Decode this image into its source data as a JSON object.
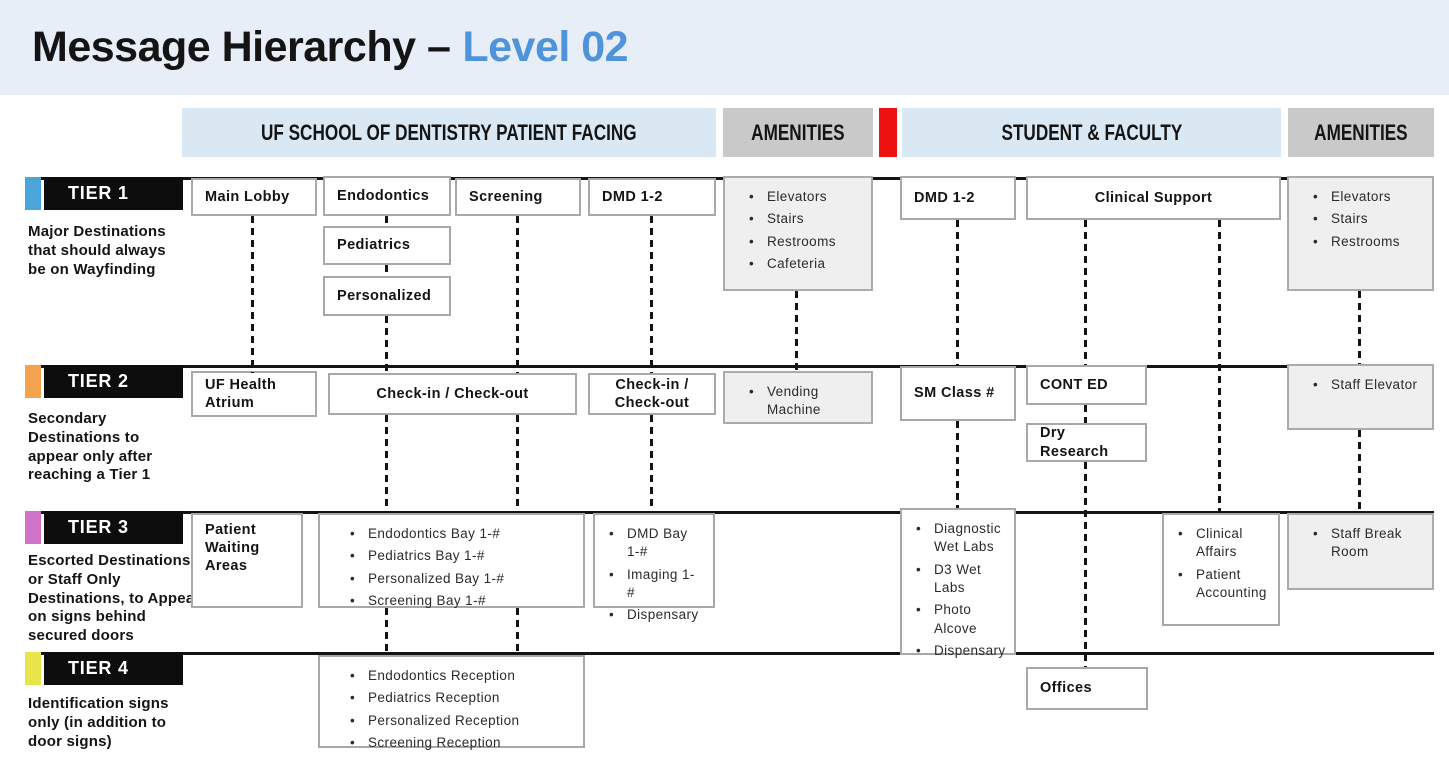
{
  "title": {
    "main": "Message Hierarchy –",
    "highlight": "Level 02"
  },
  "colors": {
    "banner_bg": "#E8EEF8",
    "title_highlight": "#4F94DA",
    "column_blue": "#DAE8F4",
    "column_gray": "#C9C9C9",
    "divider_red": "#EE1111",
    "tier1_accent": "#4BA5D9",
    "tier2_accent": "#F5A24F",
    "tier3_accent": "#D173C8",
    "tier4_accent": "#E9E44A"
  },
  "columns": [
    {
      "label": "UF SCHOOL OF DENTISTRY PATIENT FACING"
    },
    {
      "label": "AMENITIES"
    },
    {
      "label": "STUDENT & FACULTY"
    },
    {
      "label": "AMENITIES"
    }
  ],
  "tiers": [
    {
      "label": "TIER 1",
      "description": "Major Destinations that should always be on Wayfinding"
    },
    {
      "label": "TIER 2",
      "description": "Secondary Destinations to appear only after reaching a Tier 1"
    },
    {
      "label": "TIER 3",
      "description": "Escorted Destinations or Staff Only Destinations, to Appear on signs behind secured doors"
    },
    {
      "label": "TIER 4",
      "description": "Identification signs only (in addition to door signs)"
    }
  ],
  "nodes": {
    "main_lobby": "Main Lobby",
    "endodontics": "Endodontics",
    "pediatrics": "Pediatrics",
    "personalized": "Personalized",
    "screening": "Screening",
    "dmd_1_2_patient": "DMD 1-2",
    "dmd_1_2_staff": "DMD 1-2",
    "clinical_support": "Clinical Support",
    "uf_health_atrium": "UF Health Atrium",
    "check_in_out_patient": "Check-in / Check-out",
    "check_in_out_dmd": "Check-in / Check-out",
    "sm_class": "SM Class #",
    "cont_ed": "CONT ED",
    "dry_research": "Dry Research",
    "patient_waiting_areas": "Patient Waiting Areas",
    "offices": "Offices"
  },
  "lists": {
    "amenities_patient": [
      "Elevators",
      "Stairs",
      "Restrooms",
      "Cafeteria"
    ],
    "amenities_staff": [
      "Elevators",
      "Stairs",
      "Restrooms"
    ],
    "vending": [
      "Vending Machine"
    ],
    "staff_elevator": [
      "Staff Elevator"
    ],
    "treatment_bays": [
      "Endodontics Bay 1-#",
      "Pediatrics Bay 1-#",
      "Personalized Bay 1-#",
      "Screening Bay 1-#"
    ],
    "dmd_bays": [
      "DMD Bay 1-#",
      "Imaging 1-#",
      "Dispensary"
    ],
    "labs": [
      "Diagnostic Wet Labs",
      "D3 Wet Labs",
      "Photo Alcove",
      "Dispensary"
    ],
    "admin": [
      "Clinical Affairs",
      "Patient Accounting"
    ],
    "staff_break": [
      "Staff Break Room"
    ],
    "receptions": [
      "Endodontics Reception",
      "Pediatrics Reception",
      "Personalized Reception",
      "Screening Reception"
    ]
  }
}
